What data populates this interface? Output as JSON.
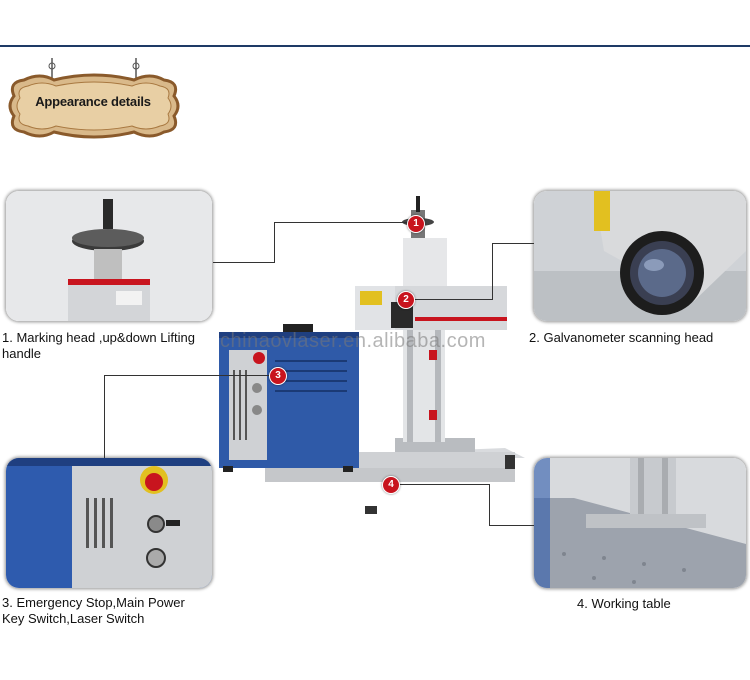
{
  "banner": {
    "title": "Appearance details"
  },
  "watermark": "chinaovlaser.en.alibaba.com",
  "callouts": [
    {
      "number": "1",
      "caption": "1. Marking head ,up&down Lifting\nhandle"
    },
    {
      "number": "2",
      "caption": "2. Galvanometer scanning head"
    },
    {
      "number": "3",
      "caption": "3. Emergency Stop,Main Power\nKey Switch,Laser Switch"
    },
    {
      "number": "4",
      "caption": "4. Working table"
    }
  ],
  "colors": {
    "accent": "#c8141e",
    "frame_line": "#1e3a66",
    "machine_blue": "#2f5aa8"
  }
}
